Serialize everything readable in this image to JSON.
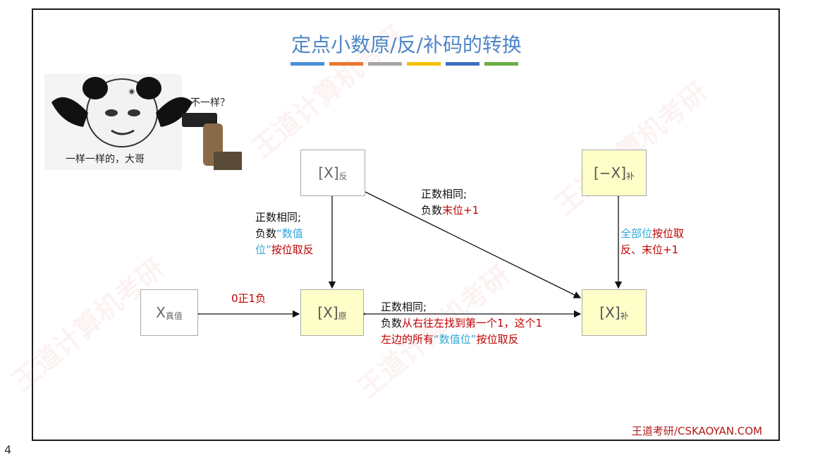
{
  "title": "定点小数原/反/补码的转换",
  "color_bar": [
    "#4b8fd6",
    "#e8772e",
    "#a5a5a5",
    "#f5c000",
    "#3e6fc0",
    "#6aae42"
  ],
  "meme": {
    "left_caption": "一样一样的，大哥",
    "right_caption": "不一样？"
  },
  "boxes": {
    "true_value": {
      "main": "X",
      "sub": "真值"
    },
    "original": {
      "main": "[X]",
      "sub": "原"
    },
    "ones": {
      "main": "[X]",
      "sub": "反"
    },
    "twos": {
      "main": "[X]",
      "sub": "补"
    },
    "neg_twos": {
      "main": "[−X]",
      "sub": "补"
    }
  },
  "notes": {
    "true_to_orig": "0正1负",
    "orig_ones": {
      "l1": "正数相同;",
      "l2a": "负数",
      "l2b": "“数值",
      "l3a": "位”",
      "l3b": "按位取反"
    },
    "ones_twos": {
      "l1": "正数相同;",
      "l2a": "负数",
      "l2b": "末位+1"
    },
    "orig_twos": {
      "l1": "正数相同;",
      "l2a": "负数",
      "l2b": "从右往左找到第一个1，这个1",
      "l3a": "左边的所有",
      "l3b": "“数值位”",
      "l3c": "按位取反"
    },
    "twos_neg": {
      "l1a": "全部位",
      "l1b": "按位取",
      "l2": "反、末位+1"
    }
  },
  "footer": "王道考研/CSKAOYAN.COM",
  "page_number": "4"
}
